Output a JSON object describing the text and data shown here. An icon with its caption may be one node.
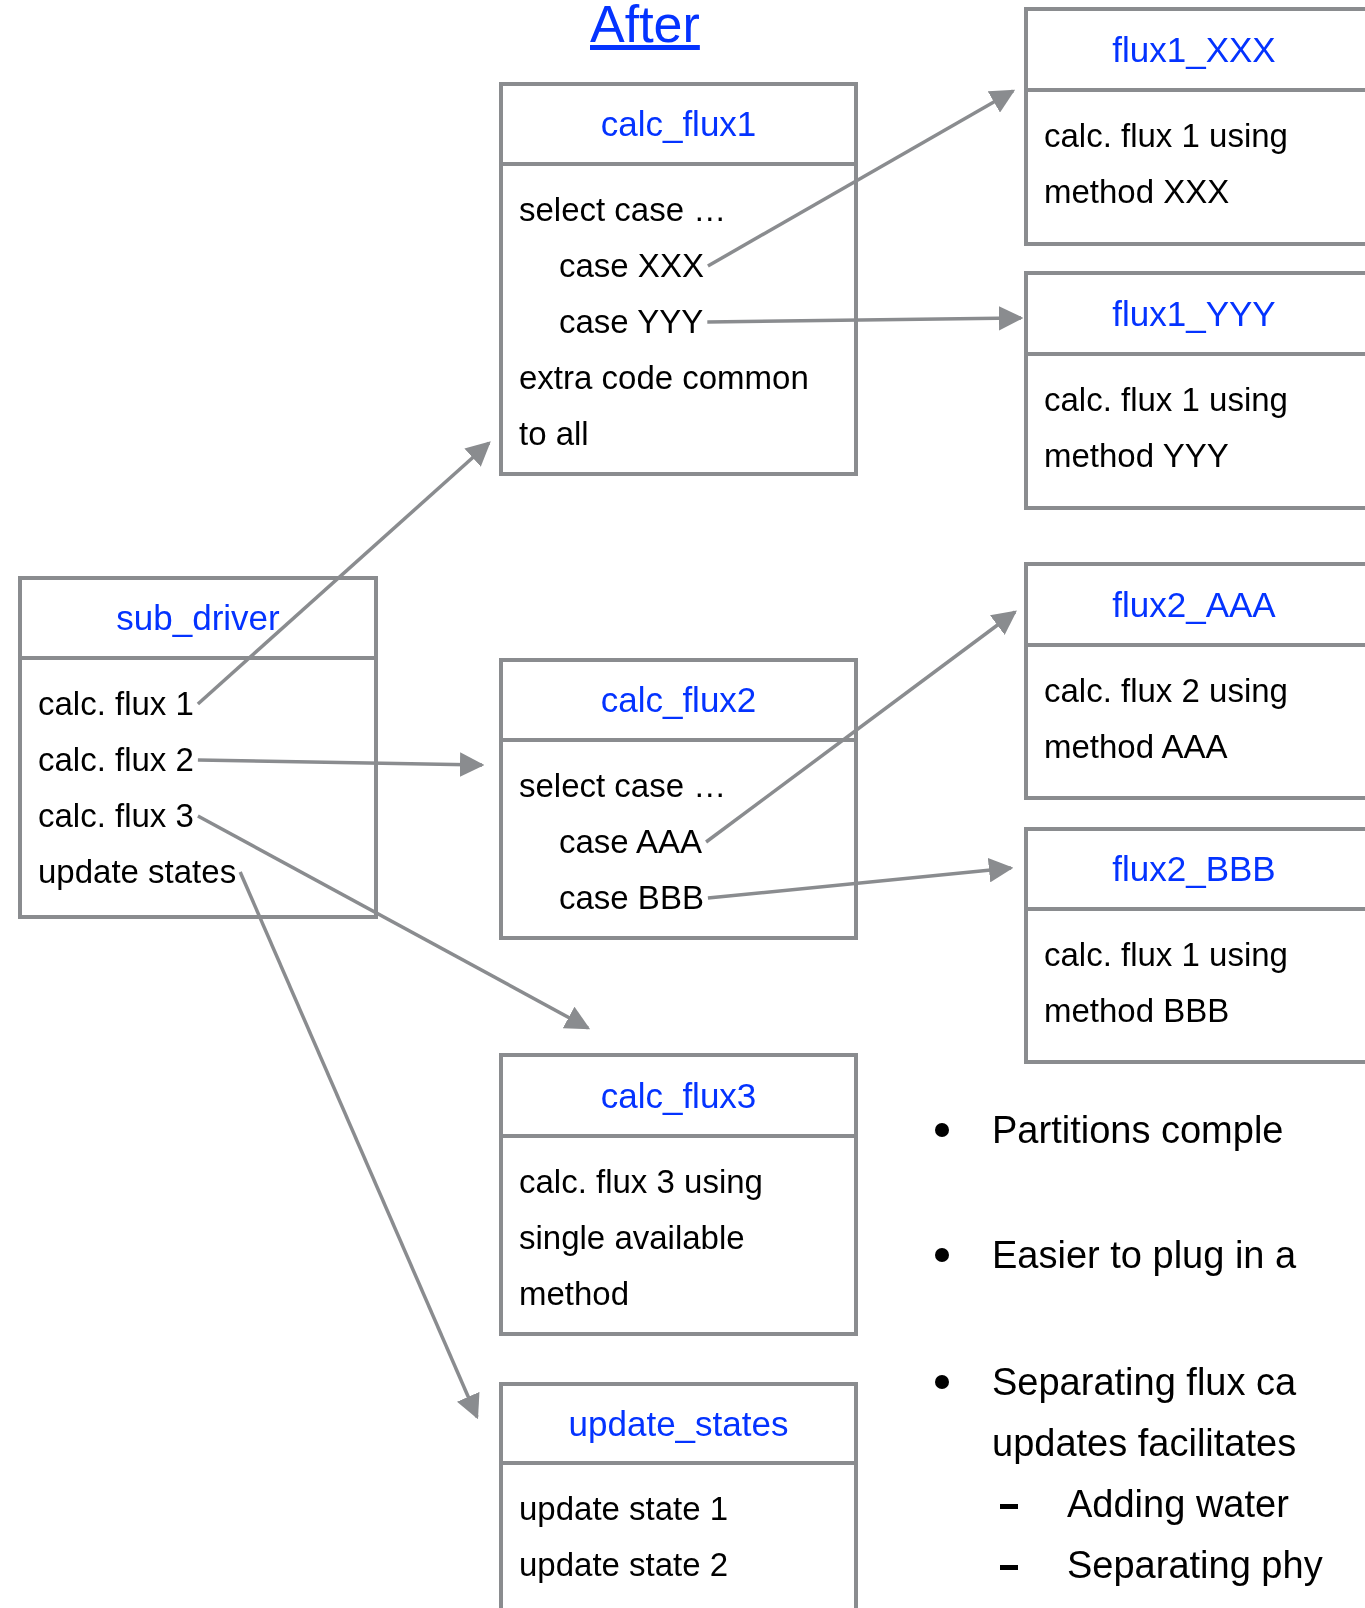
{
  "diagram": {
    "title": "After",
    "nodes": [
      {
        "text": [
          "sub_driver"
        ]
      },
      {
        "text": [
          "calc. flux 1"
        ],
        "in": 0
      },
      {
        "text": [
          "calc. flux 2"
        ],
        "in": 0
      },
      {
        "text": [
          "calc. flux 3"
        ],
        "in": 0
      },
      {
        "text": [
          "update states"
        ],
        "in": 0
      },
      {
        "text": [
          "calc_flux1"
        ]
      },
      {
        "text": [
          "select case …"
        ],
        "in": 5
      },
      {
        "text": [
          "case XXX"
        ],
        "in": 5
      },
      {
        "text": [
          "case YYY"
        ],
        "in": 5
      },
      {
        "text": [
          "extra code common to all"
        ],
        "in": 5
      },
      {
        "text": [
          "calc_flux2"
        ]
      },
      {
        "text": [
          "select case …"
        ],
        "in": 10
      },
      {
        "text": [
          "case AAA"
        ],
        "in": 10
      },
      {
        "text": [
          "case BBB"
        ],
        "in": 10
      },
      {
        "text": [
          "calc_flux3",
          "calc. flux 3 using single available method"
        ]
      },
      {
        "text": [
          "update_states",
          "update state 1",
          "update state 2"
        ]
      },
      {
        "text": [
          "flux1_XXX",
          "calc. flux 1 using method XXX"
        ]
      },
      {
        "text": [
          "flux1_YYY",
          "calc. flux 1 using method YYY"
        ]
      },
      {
        "text": [
          "flux2_AAA",
          "calc. flux 2 using method AAA"
        ]
      },
      {
        "text": [
          "flux2_BBB",
          "calc. flux 1 using method BBB"
        ]
      }
    ],
    "edges": [
      {
        "from": 1,
        "to": 5,
        "arrow": "to"
      },
      {
        "from": 2,
        "to": 10,
        "arrow": "to"
      },
      {
        "from": 3,
        "to": 14,
        "arrow": "to"
      },
      {
        "from": 4,
        "to": 15,
        "arrow": "to"
      },
      {
        "from": 7,
        "to": 16,
        "arrow": "to"
      },
      {
        "from": 8,
        "to": 17,
        "arrow": "to"
      },
      {
        "from": 12,
        "to": 18,
        "arrow": "to"
      },
      {
        "from": 13,
        "to": 19,
        "arrow": "to"
      }
    ],
    "labels": [
      "Partitions comple",
      "Easier to plug in a",
      "Separating flux ca",
      "updates facilitates",
      "Adding water",
      "Separating phy"
    ]
  }
}
